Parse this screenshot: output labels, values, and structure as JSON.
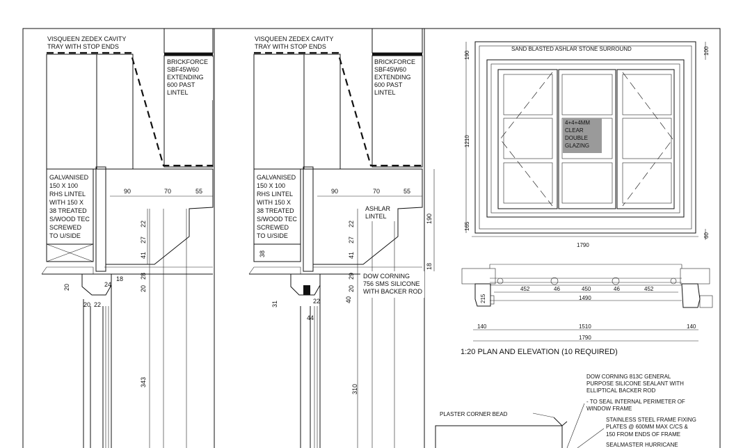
{
  "section_left": {
    "tray_note": [
      "VISQUEEN ZEDEX CAVITY",
      "TRAY WITH STOP ENDS"
    ],
    "lintel_note": [
      "BRICKFORCE",
      "SBF45W60",
      "EXTENDING",
      "600 PAST",
      "LINTEL"
    ],
    "rhs_note": [
      "GALVANISED",
      "150 X 100",
      "RHS LINTEL",
      "WITH 150 X",
      "38 TREATED",
      "S/WOOD TEC",
      "SCREWED",
      "TO U/SIDE"
    ],
    "dims": {
      "d90": "90",
      "d70": "70",
      "d55": "55",
      "d22": "22",
      "d27": "27",
      "d41": "41",
      "d20": "20",
      "d28": "28",
      "d24": "24",
      "d18": "18",
      "d20b": "20",
      "d20c": "20",
      "d22b": "22",
      "d343": "343"
    }
  },
  "section_right": {
    "tray_note": [
      "VISQUEEN ZEDEX CAVITY",
      "TRAY WITH STOP ENDS"
    ],
    "lintel_note": [
      "BRICKFORCE",
      "SBF45W60",
      "EXTENDING",
      "600 PAST",
      "LINTEL"
    ],
    "rhs_note": [
      "GALVANISED",
      "150 X 100",
      "RHS LINTEL",
      "WITH 150 X",
      "38 TREATED",
      "S/WOOD TEC",
      "SCREWED",
      "TO U/SIDE"
    ],
    "ashlar_note": [
      "ASHLAR",
      "LINTEL"
    ],
    "silicone_note": [
      "DOW CORNING",
      "756 SMS SILICONE",
      "WITH BACKER ROD"
    ],
    "dims": {
      "d90": "90",
      "d70": "70",
      "d55": "55",
      "d22": "22",
      "d27": "27",
      "d41": "41",
      "d38": "38",
      "d20": "20",
      "d29": "29",
      "d40": "40",
      "d31": "31",
      "d22b": "22",
      "d44": "44",
      "d310": "310",
      "d190": "190",
      "d18": "18"
    }
  },
  "elevation": {
    "surround_note": "SAND BLASTED ASHLAR STONE SURROUND",
    "glazing_note": [
      "4+4+4MM",
      "CLEAR",
      "DOUBLE",
      "GLAZING"
    ],
    "dims": {
      "d190": "190",
      "d100": "100",
      "d1210": "1210",
      "d165": "165",
      "d60": "60",
      "d1790": "1790"
    }
  },
  "plan": {
    "dims": {
      "d452a": "452",
      "d450": "450",
      "d452b": "452",
      "d46a": "46",
      "d46b": "46",
      "d1490": "1490",
      "d215": "215",
      "d140a": "140",
      "d1510": "1510",
      "d140b": "140",
      "d1790": "1790"
    },
    "title": "1:20 PLAN AND ELEVATION (10 REQUIRED)"
  },
  "detail": {
    "sealant_note": [
      "DOW CORNING 813C GENERAL",
      "PURPOSE SILICONE SEALANT WITH",
      "ELLIPTICAL BACKER ROD",
      "- TO SEAL INTERNAL PERIMETER OF",
      "WINDOW FRAME"
    ],
    "plaster_note": "PLASTER CORNER BEAD",
    "fixing_note": [
      "STAINLESS STEEL FRAME FIXING",
      "PLATES @ 600MM MAX C/CS &",
      "150 FROM ENDS OF FRAME"
    ],
    "sealmaster_note": "SEALMASTER HURRICANE"
  }
}
